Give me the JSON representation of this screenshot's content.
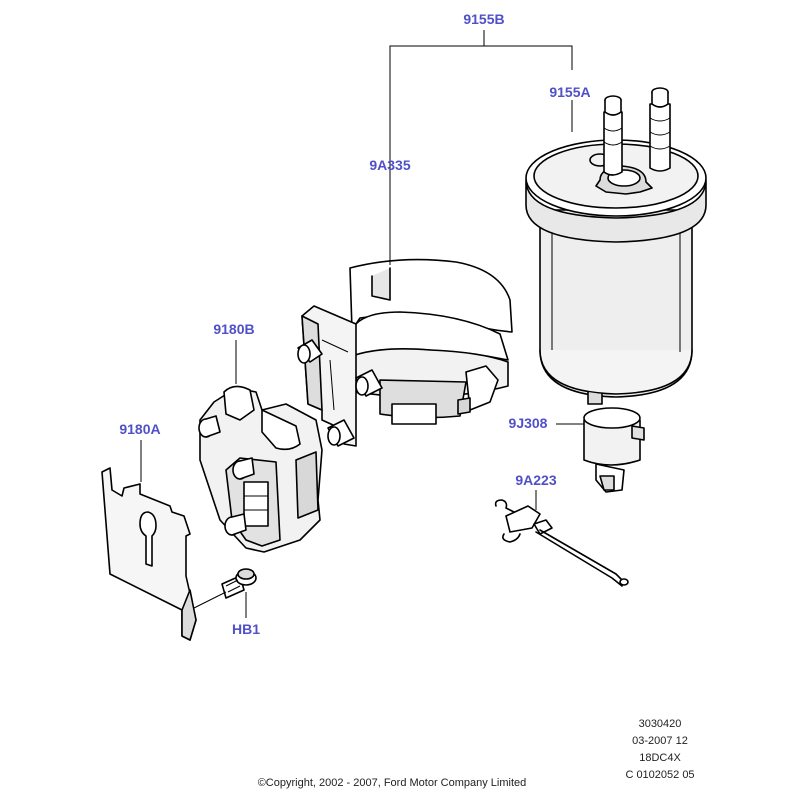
{
  "colors": {
    "callout": "#5050c8",
    "part_fill": "#ffffff",
    "part_shade": "#e6e6e6",
    "part_dark": "#cfcfcf",
    "stroke": "#000000"
  },
  "callouts": {
    "assembly": "9155B",
    "filter": "9155A",
    "bracket_band": "9A335",
    "mount_upper": "9180B",
    "mount_plate": "9180A",
    "bolt": "HB1",
    "sensor": "9J308",
    "clip": "9A223"
  },
  "meta": {
    "ref1": "3030420",
    "ref2": "03-2007 12",
    "ref3": "18DC4X",
    "ref4": "C 0102052 05",
    "copyright": "©Copyright, 2002 - 2007, Ford Motor Company Limited"
  }
}
